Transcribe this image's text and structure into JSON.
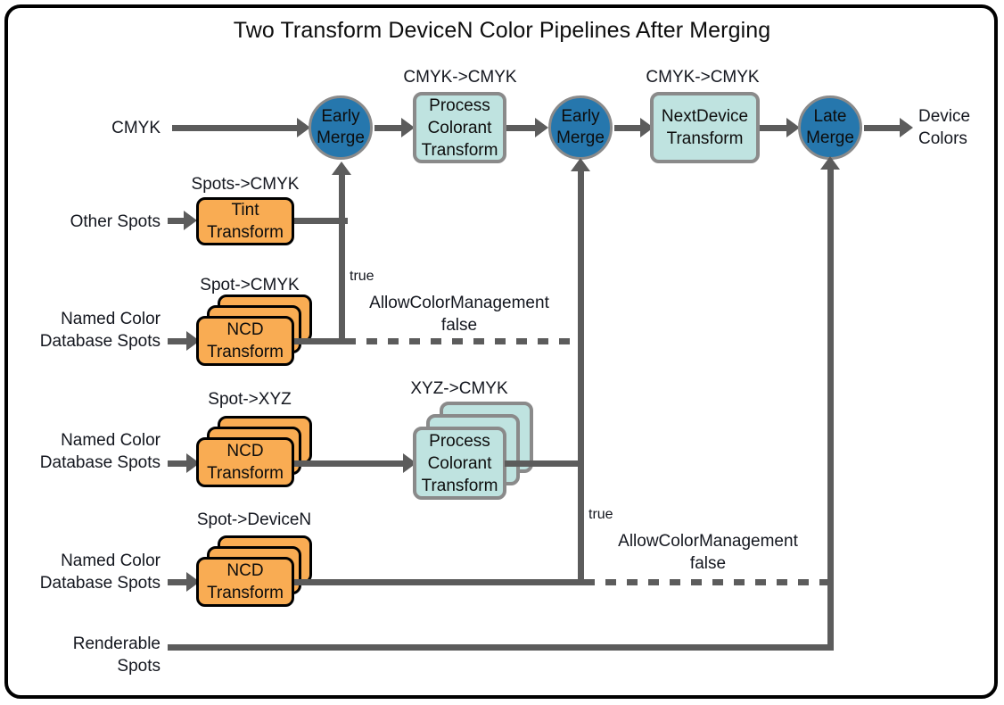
{
  "diagram": {
    "title": "Two Transform DeviceN Color Pipelines After Merging",
    "colors": {
      "merge_circle": "#2677ad",
      "transform_cyan": "#bfe3e0",
      "transform_orange": "#f9ac53",
      "connector": "#5c5c5c",
      "frame": "#000000",
      "text": "#14171f"
    }
  },
  "inputs": {
    "cmyk": "CMYK",
    "other_spots": "Other Spots",
    "named_color_db_1": "Named Color\nDatabase Spots",
    "named_color_db_2": "Named Color\nDatabase Spots",
    "named_color_db_3": "Named Color\nDatabase Spots",
    "renderable_spots": "Renderable\nSpots"
  },
  "outputs": {
    "device_colors": "Device\nColors"
  },
  "nodes": {
    "early_merge_1": {
      "line1": "Early",
      "line2": "Merge"
    },
    "early_merge_2": {
      "line1": "Early",
      "line2": "Merge"
    },
    "late_merge": {
      "line1": "Late",
      "line2": "Merge"
    },
    "process_colorant_transform_1": {
      "line1": "Process",
      "line2": "Colorant",
      "line3": "Transform"
    },
    "process_colorant_transform_2": {
      "line1": "Process",
      "line2": "Colorant",
      "line3": "Transform"
    },
    "next_device_transform": {
      "line1": "NextDevice",
      "line2": "Transform"
    },
    "tint_transform": {
      "line1": "Tint",
      "line2": "Transform"
    },
    "ncd_transform_1": {
      "line1": "NCD",
      "line2": "Transform"
    },
    "ncd_transform_2": {
      "line1": "NCD",
      "line2": "Transform"
    },
    "ncd_transform_3": {
      "line1": "NCD",
      "line2": "Transform"
    }
  },
  "captions": {
    "pct1": "CMYK->CMYK",
    "ndt": "CMYK->CMYK",
    "tint": "Spots->CMYK",
    "ncd1": "Spot->CMYK",
    "ncd2": "Spot->XYZ",
    "pct2": "XYZ->CMYK",
    "ncd3": "Spot->DeviceN"
  },
  "switches": {
    "switch_1": {
      "true_label": "true",
      "name": "AllowColorManagement",
      "false_label": "false"
    },
    "switch_2": {
      "true_label": "true",
      "name": "AllowColorManagement",
      "false_label": "false"
    }
  }
}
